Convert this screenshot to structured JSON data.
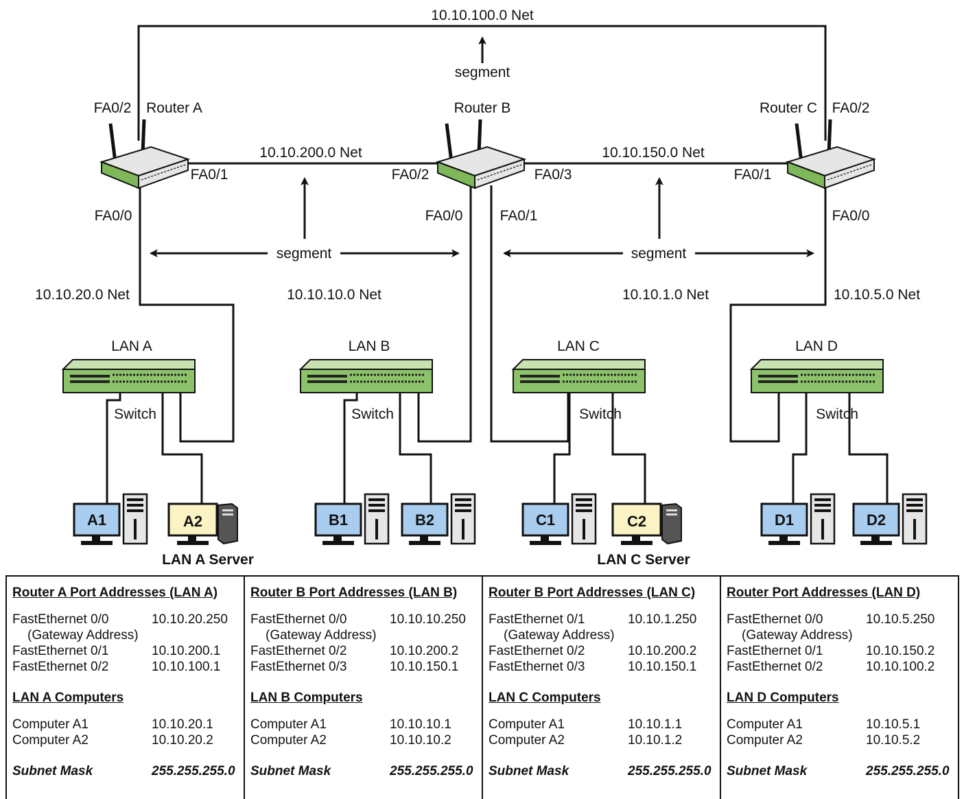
{
  "networks": {
    "top": "10.10.100.0 Net",
    "ab": "10.10.200.0 Net",
    "bc": "10.10.150.0 Net",
    "lan_a": "10.10.20.0 Net",
    "lan_b": "10.10.10.0 Net",
    "lan_c": "10.10.1.0 Net",
    "lan_d": "10.10.5.0 Net"
  },
  "segment_label": "segment",
  "routers": {
    "a": {
      "name": "Router A",
      "ports": {
        "fa00": "FA0/0",
        "fa01": "FA0/1",
        "fa02": "FA0/2"
      }
    },
    "b": {
      "name": "Router B",
      "ports": {
        "fa00": "FA0/0",
        "fa01": "FA0/1",
        "fa02": "FA0/2",
        "fa03": "FA0/3"
      }
    },
    "c": {
      "name": "Router C",
      "ports": {
        "fa00": "FA0/0",
        "fa01": "FA0/1",
        "fa02": "FA0/2"
      }
    }
  },
  "lans": {
    "a": {
      "name": "LAN A",
      "switch": "Switch",
      "pc1": "A1",
      "pc2": "A2",
      "server": "LAN A Server"
    },
    "b": {
      "name": "LAN B",
      "switch": "Switch",
      "pc1": "B1",
      "pc2": "B2"
    },
    "c": {
      "name": "LAN C",
      "switch": "Switch",
      "pc1": "C1",
      "pc2": "C2",
      "server": "LAN C Server"
    },
    "d": {
      "name": "LAN D",
      "switch": "Switch",
      "pc1": "D1",
      "pc2": "D2"
    }
  },
  "colors": {
    "router_green": "#7fb85a",
    "router_body": "#e6e6e6",
    "switch_green": "#8cc36a",
    "monitor_blue": "#a9cdef",
    "monitor_yellow": "#fbf3c4"
  },
  "tables": [
    {
      "heading": "Router A Port Addresses (LAN A)",
      "ports": [
        {
          "name": "FastEthernet 0/0",
          "addr": "10.10.20.250",
          "note": "(Gateway Address)"
        },
        {
          "name": "FastEthernet 0/1",
          "addr": "10.10.200.1"
        },
        {
          "name": "FastEthernet 0/2",
          "addr": "10.10.100.1"
        }
      ],
      "computers_heading": "LAN A Computers",
      "computers": [
        {
          "name": "Computer A1",
          "addr": "10.10.20.1"
        },
        {
          "name": "Computer A2",
          "addr": "10.10.20.2"
        }
      ],
      "mask_label": "Subnet Mask",
      "mask": "255.255.255.0"
    },
    {
      "heading": "Router B Port Addresses (LAN B)",
      "ports": [
        {
          "name": "FastEthernet 0/0",
          "addr": "10.10.10.250",
          "note": "(Gateway Address)"
        },
        {
          "name": "FastEthernet 0/2",
          "addr": "10.10.200.2"
        },
        {
          "name": "FastEthernet 0/3",
          "addr": "10.10.150.1"
        }
      ],
      "computers_heading": "LAN B Computers",
      "computers": [
        {
          "name": "Computer A1",
          "addr": "10.10.10.1"
        },
        {
          "name": "Computer A2",
          "addr": "10.10.10.2"
        }
      ],
      "mask_label": "Subnet Mask",
      "mask": "255.255.255.0"
    },
    {
      "heading": "Router B Port Addresses (LAN C)",
      "ports": [
        {
          "name": "FastEthernet 0/1",
          "addr": "10.10.1.250",
          "note": "(Gateway Address)"
        },
        {
          "name": "FastEthernet 0/2",
          "addr": "10.10.200.2"
        },
        {
          "name": "FastEthernet 0/3",
          "addr": "10.10.150.1"
        }
      ],
      "computers_heading": "LAN C Computers",
      "computers": [
        {
          "name": "Computer A1",
          "addr": "10.10.1.1"
        },
        {
          "name": "Computer A2",
          "addr": "10.10.1.2"
        }
      ],
      "mask_label": "Subnet Mask",
      "mask": "255.255.255.0"
    },
    {
      "heading": "Router Port Addresses (LAN D)",
      "ports": [
        {
          "name": "FastEthernet 0/0",
          "addr": "10.10.5.250",
          "note": "(Gateway Address)"
        },
        {
          "name": "FastEthernet 0/1",
          "addr": "10.10.150.2"
        },
        {
          "name": "FastEthernet 0/2",
          "addr": "10.10.100.2"
        }
      ],
      "computers_heading": "LAN D Computers",
      "computers": [
        {
          "name": "Computer A1",
          "addr": "10.10.5.1"
        },
        {
          "name": "Computer A2",
          "addr": "10.10.5.2"
        }
      ],
      "mask_label": "Subnet Mask",
      "mask": "255.255.255.0"
    }
  ]
}
